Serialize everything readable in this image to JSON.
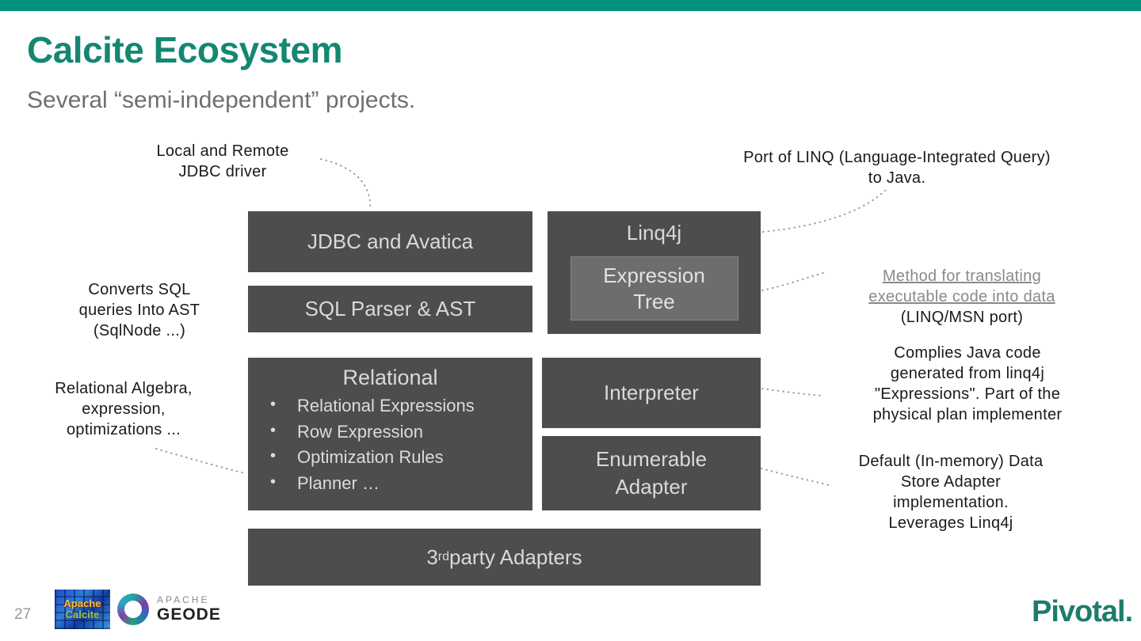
{
  "slide": {
    "title": "Calcite Ecosystem",
    "subtitle": "Several “semi-independent” projects.",
    "page_number": "27"
  },
  "boxes": {
    "jdbc": "JDBC and Avatica",
    "sql_parser": "SQL Parser & AST",
    "linq4j": "Linq4j",
    "expression_tree": "Expression\nTree",
    "relational": {
      "title": "Relational",
      "items": [
        "Relational Expressions",
        "Row Expression",
        "Optimization Rules",
        "Planner …"
      ]
    },
    "interpreter": "Interpreter",
    "enumerable": "Enumerable\nAdapter",
    "third_party": {
      "prefix": "3",
      "sup": "rd",
      "rest": " party Adapters"
    }
  },
  "annotations": {
    "jdbc": "Local and Remote\nJDBC driver",
    "linq": "Port of LINQ (Language-Integrated Query)\nto Java.",
    "expression_link": "Method for translating\nexecutable code into data",
    "expression_plain": "(LINQ/MSN port)",
    "sql": "Converts SQL\nqueries Into AST\n(SqlNode ...)",
    "relational": "Relational Algebra,\nexpression,\noptimizations ...",
    "interpreter": "Complies Java code\ngenerated from linq4j\n\"Expressions\". Part of the\nphysical plan implementer",
    "enumerable": "Default (In-memory) Data\nStore Adapter\nimplementation.\nLeverages Linq4j"
  },
  "logos": {
    "calcite": {
      "line1": "Apache",
      "line2": "Calcite"
    },
    "geode": {
      "top": "APACHE",
      "bottom": "GEODE"
    },
    "pivotal": "Pivotal."
  },
  "colors": {
    "accent_bar": "#00927D",
    "title": "#148772",
    "box_background": "#4D4D4D",
    "inner_box_background": "#6D6D6D",
    "pivotal_teal": "#1C7C6C"
  }
}
